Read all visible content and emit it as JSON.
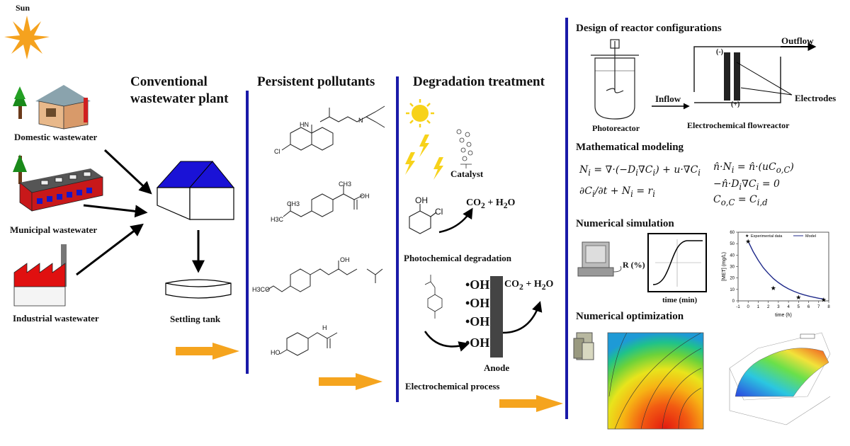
{
  "left": {
    "sun_label": "Sun",
    "domestic": "Domestic wastewater",
    "municipal": "Municipal wastewater",
    "industrial": "Industrial wastewater",
    "plant_title_l1": "Conventional",
    "plant_title_l2": "wastewater plant",
    "settling": "Settling tank"
  },
  "pollutants": {
    "title": "Persistent pollutants",
    "ch3": "CH3",
    "oh": "OH",
    "h3c": "H3C",
    "hn": "HN",
    "n": "N",
    "cl": "Cl",
    "h3co": "H3CO",
    "ho": "HO",
    "h": "H"
  },
  "degradation": {
    "title": "Degradation treatment",
    "catalyst": "Catalyst",
    "oh": "OH",
    "cl": "Cl",
    "co2": "CO",
    "two": "2",
    "plus": "+",
    "h2o": "H",
    "h2o_sub": "2",
    "h2o_o": "O",
    "photo": "Photochemical degradation",
    "radical": "•OH",
    "anode": "Anode",
    "electro": "Electrochemical process"
  },
  "right": {
    "design": "Design of reactor configurations",
    "photoreactor": "Photoreactor",
    "flowreactor": "Electrochemical flowreactor",
    "inflow": "Inflow",
    "outflow": "Outflow",
    "electrodes": "Electrodes",
    "minus": "(-)",
    "plus": "(+)",
    "modeling": "Mathematical modeling",
    "simulation": "Numerical simulation",
    "r_pct": "R (%)",
    "time_min": "time (min)",
    "optimization": "Numerical optimization"
  },
  "chart_data": {
    "type": "scatter",
    "xlabel": "time (h)",
    "ylabel": "[MET] (mg/L)",
    "xlim": [
      -1,
      8
    ],
    "ylim": [
      0,
      60
    ],
    "xticks": [
      -1,
      0,
      1,
      2,
      3,
      4,
      5,
      6,
      7,
      8
    ],
    "yticks": [
      0,
      10,
      20,
      30,
      40,
      50,
      60
    ],
    "series": [
      {
        "name": "Experimental data",
        "x": [
          0,
          2.5,
          5,
          7.5
        ],
        "y": [
          52,
          11,
          3,
          1
        ]
      },
      {
        "name": "Model",
        "x": [
          0,
          0.5,
          1,
          1.5,
          2,
          2.5,
          3,
          3.5,
          4,
          4.5,
          5,
          5.5,
          6,
          6.5,
          7,
          7.5
        ],
        "y": [
          52,
          43,
          35.5,
          29,
          24,
          19.5,
          16,
          13,
          10.5,
          8.5,
          6.8,
          5.4,
          4.2,
          3.2,
          2.3,
          1.6
        ]
      }
    ],
    "legend_position": "top"
  },
  "colors": {
    "divider": "#1a1aa8",
    "arrow_orange": "#f5a41e",
    "sun": "#f5a21e",
    "roof_blue": "#1a12d6",
    "factory_red": "#e01010",
    "model_line": "#1f2a8a"
  }
}
